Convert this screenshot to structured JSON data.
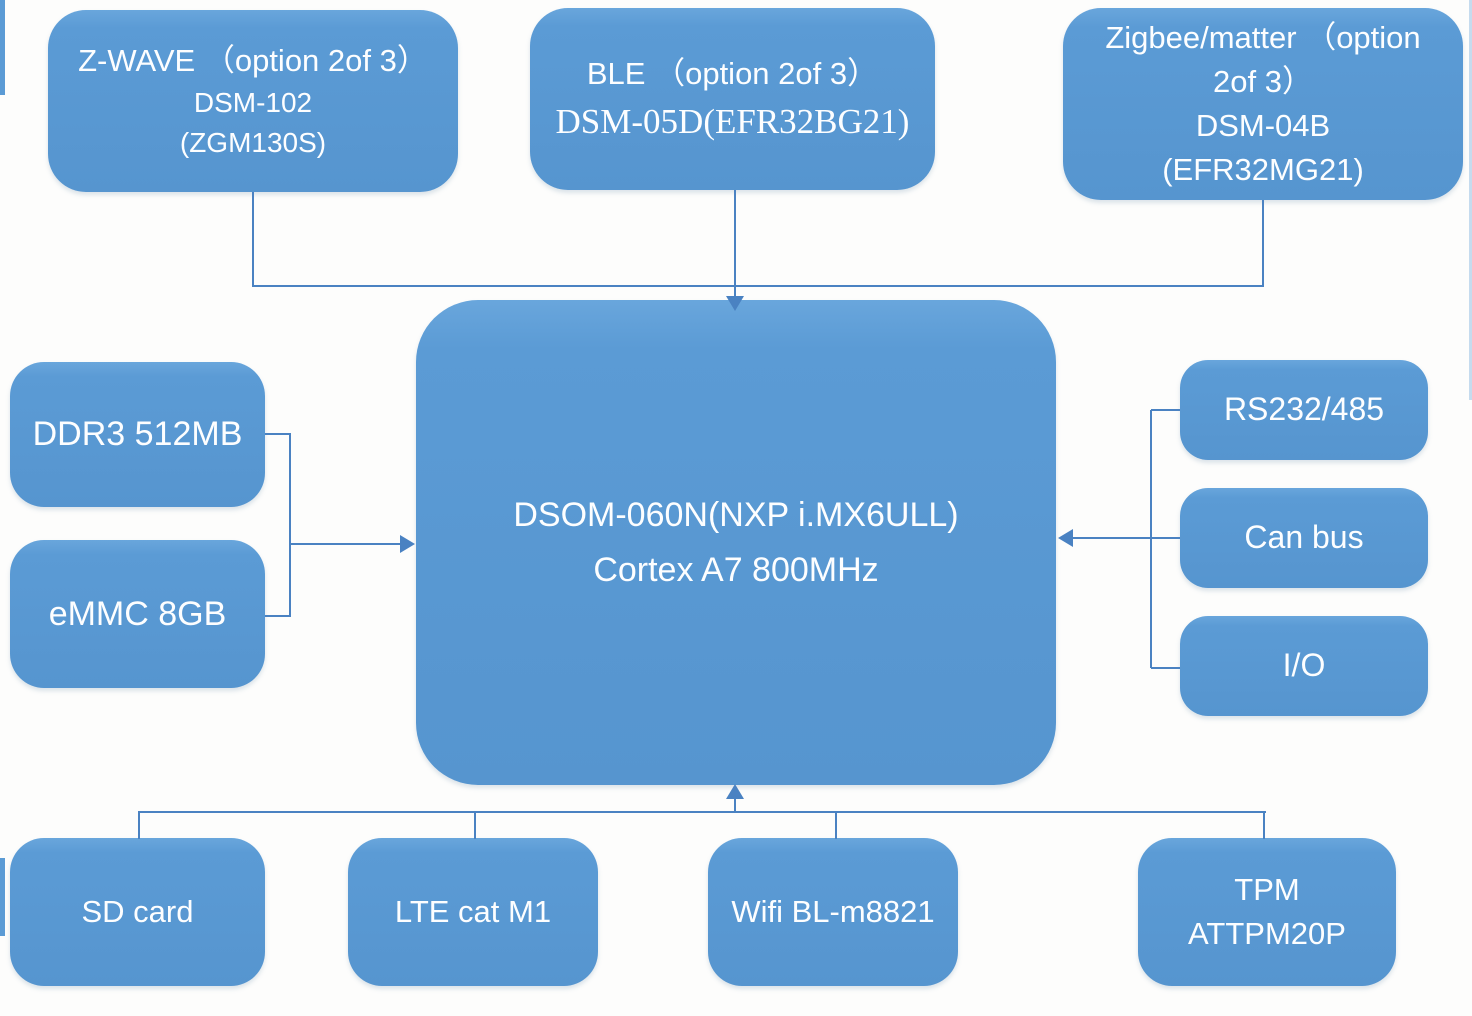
{
  "colors": {
    "box_fill": "#5b9bd5",
    "connector": "#4a82c2",
    "text": "#ffffff",
    "background": "#fdfdfc"
  },
  "top_row": {
    "zwave": {
      "line1": "Z-WAVE （option 2of 3）",
      "line2": "DSM-102",
      "line3": "(ZGM130S)"
    },
    "ble": {
      "line1": "BLE （option 2of 3）",
      "line2": "DSM-05D(EFR32BG21)"
    },
    "zigbee": {
      "line1": "Zigbee/matter （option 2of 3）",
      "line2": "DSM-04B",
      "line3": "(EFR32MG21)"
    }
  },
  "center": {
    "line1": "DSOM-060N(NXP i.MX6ULL)",
    "line2": "Cortex A7 800MHz"
  },
  "left_column": {
    "ddr3": "DDR3 512MB",
    "emmc": "eMMC 8GB"
  },
  "right_column": {
    "rs232": "RS232/485",
    "canbus": "Can bus",
    "io": "I/O"
  },
  "bottom_row": {
    "sdcard": "SD card",
    "lte": "LTE cat M1",
    "wifi": "Wifi BL-m8821",
    "tpm_line1": "TPM",
    "tpm_line2": "ATTPM20P"
  }
}
